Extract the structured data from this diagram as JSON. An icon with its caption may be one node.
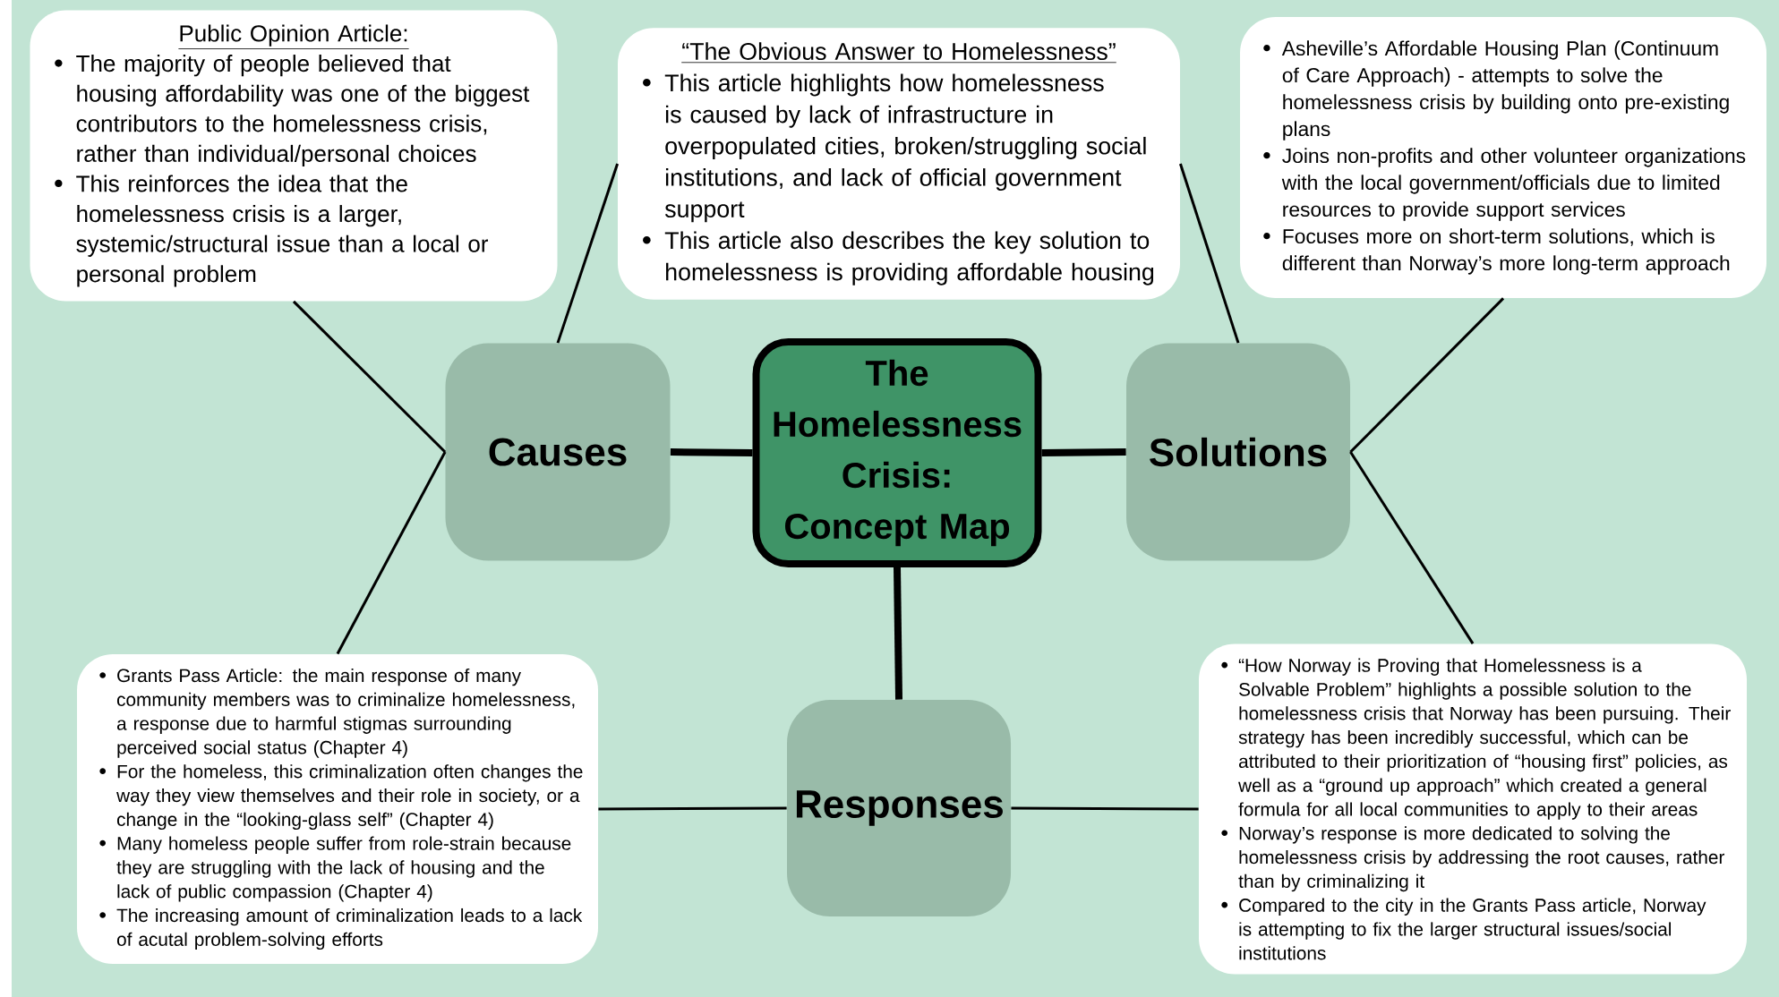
{
  "diagram": {
    "nodes": [
      {
        "text": [
          "Public Opinion Article:",
          "The majority of people believed that housing affordability was one of the biggest contributors to the homelessness crisis, rather than individual/personal choices",
          "This reinforces the idea that the homelessness crisis is a larger, systemic/structural issue than a local or personal problem"
        ]
      },
      {
        "text": [
          "“The Obvious Answer to Homelessness”",
          "This article highlights how homelessness is caused by lack of infrastructure in overpopulated cities, broken/struggling social institutions, and lack of official government support",
          "This article also describes the key solution to homelessness is providing affordable housing"
        ]
      },
      {
        "text": [
          "Asheville’s Affordable Housing Plan (Continuum of Care Approach) - attempts to solve the homelessness crisis by building onto pre-existing plans",
          "Joins non-profits and other volunteer organizations with the local government/officials due to limited resources to provide support services",
          "Focuses more on short-term solutions, which is different than Norway’s more long-term approach"
        ]
      },
      {
        "text": [
          "Causes"
        ]
      },
      {
        "text": [
          "The Homelessness Crisis: Concept Map"
        ]
      },
      {
        "text": [
          "Solutions"
        ]
      },
      {
        "text": [
          "Grants Pass Article: the main response of many community members was to criminalize homelessness, a response due to harmful stigmas surrounding perceived social status (Chapter 4)",
          "For the homeless, this criminalization often changes the way they view themselves and their role in society, or a change in the “looking-glass self” (Chapter 4)",
          "Many homeless people suffer from role-strain because they are struggling with the lack of housing and the lack of public compassion (Chapter 4)",
          "The increasing amount of criminalization leads to a lack of acutal problem-solving efforts"
        ]
      },
      {
        "text": [
          "Responses"
        ]
      },
      {
        "text": [
          "“How Norway is Proving that Homelessness is a Solvable Problem” highlights a possible solution to the homelessness crisis that Norway has been pursuing. Their strategy has been incredibly successful, which can be attributed to their prioritization of “housing first” policies, as well as a “ground up approach” which created a general formula for all local communities to apply to their areas",
          "Norway’s response is more dedicated to solving the homelessness crisis by addressing the root causes, rather than by criminalizing it",
          "Compared to the city in the Grants Pass article, Norway is attempting to fix the larger structural issues/social institutions"
        ]
      }
    ],
    "edges": [
      {
        "from": 3,
        "to": 4,
        "arrow": "none",
        "style": "thick"
      },
      {
        "from": 4,
        "to": 5,
        "arrow": "none",
        "style": "thick"
      },
      {
        "from": 4,
        "to": 7,
        "arrow": "none",
        "style": "thick"
      },
      {
        "from": 0,
        "to": 3,
        "arrow": "none"
      },
      {
        "from": 1,
        "to": 3,
        "arrow": "none"
      },
      {
        "from": 6,
        "to": 3,
        "arrow": "none"
      },
      {
        "from": 1,
        "to": 5,
        "arrow": "none"
      },
      {
        "from": 2,
        "to": 5,
        "arrow": "none"
      },
      {
        "from": 8,
        "to": 5,
        "arrow": "none"
      },
      {
        "from": 6,
        "to": 7,
        "arrow": "none"
      },
      {
        "from": 7,
        "to": 8,
        "arrow": "none"
      }
    ]
  }
}
